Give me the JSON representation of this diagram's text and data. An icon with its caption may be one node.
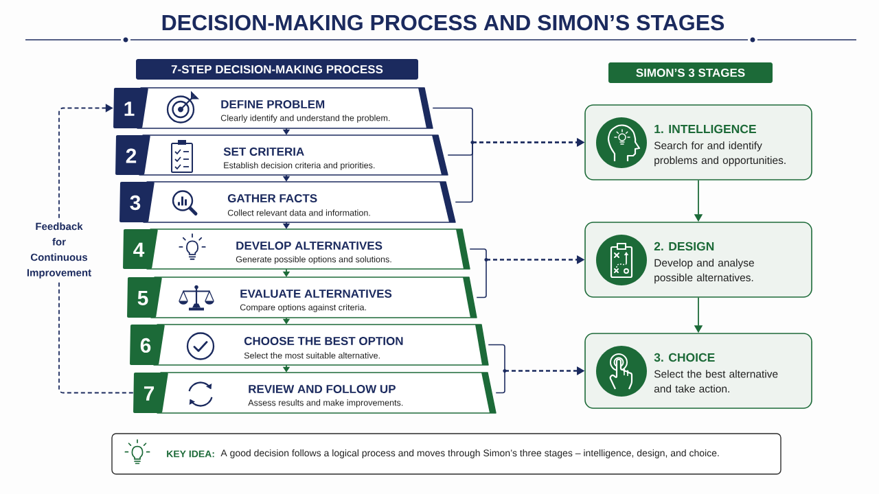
{
  "diagram": {
    "title": "DECISION-MAKING PROCESS AND SIMON’S STAGES",
    "nodes": [
      {
        "text": [
          "7-STEP DECISION-MAKING PROCESS"
        ]
      },
      {
        "text": [
          "SIMON’S 3 STAGES"
        ]
      },
      {
        "text": [
          "1",
          "DEFINE PROBLEM",
          "Clearly identify and understand the problem."
        ]
      },
      {
        "text": [
          "2",
          "SET CRITERIA",
          "Establish decision criteria and priorities."
        ]
      },
      {
        "text": [
          "3",
          "GATHER FACTS",
          "Collect relevant data and information."
        ]
      },
      {
        "text": [
          "4",
          "DEVELOP ALTERNATIVES",
          "Generate possible options and solutions."
        ]
      },
      {
        "text": [
          "5",
          "EVALUATE ALTERNATIVES",
          "Compare options against criteria."
        ]
      },
      {
        "text": [
          "6",
          "CHOOSE THE BEST OPTION",
          "Select the most suitable alternative."
        ]
      },
      {
        "text": [
          "7",
          "REVIEW AND FOLLOW UP",
          "Assess results and make improvements."
        ]
      },
      {
        "text": [
          "1. INTELLIGENCE",
          "Search for and identify problems and opportunities."
        ]
      },
      {
        "text": [
          "2. DESIGN",
          "Develop and analyse possible alternatives."
        ]
      },
      {
        "text": [
          "3. CHOICE",
          "Select the best alternative and take action."
        ]
      },
      {
        "text": [
          "KEY IDEA:",
          "A good decision follows a logical process and moves through Simon’s three stages – intelligence, design, and choice."
        ]
      }
    ],
    "edges": [
      {
        "from": 2,
        "to": 3,
        "arrow": "to"
      },
      {
        "from": 3,
        "to": 4,
        "arrow": "to"
      },
      {
        "from": 4,
        "to": 5,
        "arrow": "to"
      },
      {
        "from": 5,
        "to": 6,
        "arrow": "to",
        "color": "#1c6a38"
      },
      {
        "from": 6,
        "to": 7,
        "arrow": "to",
        "color": "#1c6a38"
      },
      {
        "from": 7,
        "to": 8,
        "arrow": "to",
        "color": "#1c6a38"
      },
      {
        "from": 9,
        "to": 10,
        "arrow": "to",
        "color": "#1c6a38"
      },
      {
        "from": 10,
        "to": 11,
        "arrow": "to",
        "color": "#1c6a38"
      },
      {
        "from": 2,
        "to": 9,
        "arrow": "to",
        "style": "dashed"
      },
      {
        "from": 3,
        "to": 9,
        "arrow": "to",
        "style": "dashed"
      },
      {
        "from": 4,
        "to": 9,
        "arrow": "to",
        "style": "dashed"
      },
      {
        "from": 5,
        "to": 10,
        "arrow": "to",
        "style": "dashed"
      },
      {
        "from": 6,
        "to": 10,
        "arrow": "to",
        "style": "dashed"
      },
      {
        "from": 7,
        "to": 11,
        "arrow": "to",
        "style": "dashed"
      },
      {
        "from": 8,
        "to": 11,
        "arrow": "to",
        "style": "dashed"
      },
      {
        "from": 8,
        "to": 2,
        "arrow": "to",
        "style": "dashed",
        "label": "Feedback for Continuous Improvement"
      }
    ]
  }
}
